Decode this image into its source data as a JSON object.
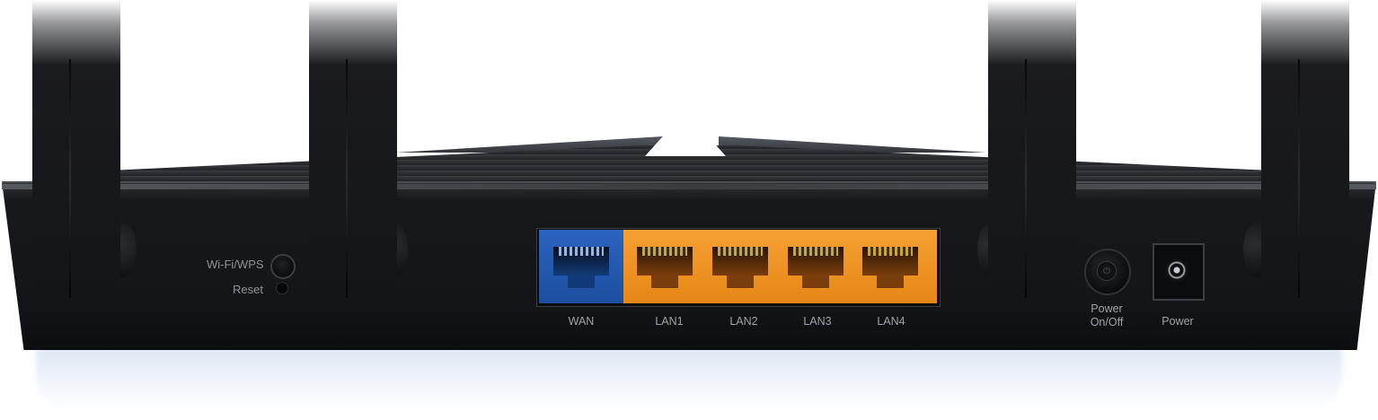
{
  "image": {
    "subject": "Wi-Fi router rear panel",
    "panel_labels": {
      "wifi_wps": "Wi-Fi/WPS",
      "reset": "Reset",
      "wan": "WAN",
      "lan1": "LAN1",
      "lan2": "LAN2",
      "lan3": "LAN3",
      "lan4": "LAN4",
      "power_switch_line1": "Power",
      "power_switch_line2": "On/Off",
      "power_jack": "Power"
    },
    "colors": {
      "wan_port": "#2a63c0",
      "lan_ports": "#f29a2c",
      "housing": "#141518",
      "label_text": "#9ea3aa"
    },
    "icons": {
      "power_switch": "power-button-icon",
      "dc_jack": "dc-power-jack-icon"
    }
  }
}
